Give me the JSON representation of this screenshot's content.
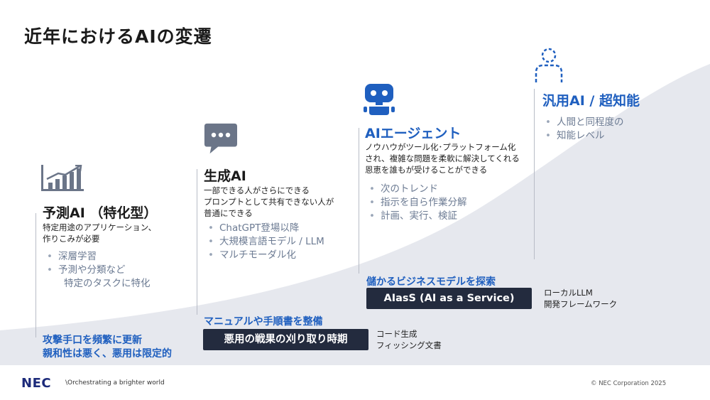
{
  "title": "近年におけるAIの変遷",
  "colors": {
    "accent_blue": "#1f5fbf",
    "dark_box": "#232b3e",
    "icon_gray": "#6b7588",
    "curve_fill": "#e6e8ee"
  },
  "stages": [
    {
      "icon": "growth-bar-chart-icon",
      "title": "予測AI （特化型）",
      "description": [
        "特定用途のアプリケーション、",
        "作りこみが必要"
      ],
      "bullets": [
        "深層学習",
        "予測や分類など",
        "特定のタスクに特化"
      ],
      "risk_lines": [
        "攻撃手口を頻繁に更新",
        "親和性は悪く、悪用は限定的"
      ]
    },
    {
      "icon": "chat-bubble-icon",
      "title": "生成AI",
      "description": [
        "一部できる人がさらにできる",
        "プロンプトとして共有できない人が",
        "普通にできる"
      ],
      "bullets": [
        "ChatGPT登場以降",
        "大規模言語モデル / LLM",
        "マルチモーダル化"
      ],
      "highlight": "マニュアルや手順書を整備",
      "box_label": "悪用の戦果の刈り取り時期",
      "note_lines": [
        "コード生成",
        "フィッシング文書"
      ]
    },
    {
      "icon": "robot-icon",
      "title": "AIエージェント",
      "description": [
        "ノウハウがツール化･プラットフォーム化",
        "され、複雑な問題を柔軟に解決してくれる",
        "恩恵を誰もが受けることができる"
      ],
      "bullets": [
        "次のトレンド",
        "指示を自ら作業分解",
        "計画、実行、検証"
      ],
      "highlight": "儲かるビジネスモデルを探索",
      "box_label": "AIasS (AI as a Service)",
      "note_lines": [
        "ローカルLLM",
        "開発フレームワーク"
      ]
    },
    {
      "icon": "person-outline-icon",
      "title": "汎用AI / 超知能",
      "bullets": [
        "人間と同程度の",
        "知能レベル"
      ]
    }
  ],
  "footer": {
    "logo": "NEC",
    "tagline": "\\Orchestrating a brighter world",
    "copyright": "© NEC Corporation 2025"
  }
}
